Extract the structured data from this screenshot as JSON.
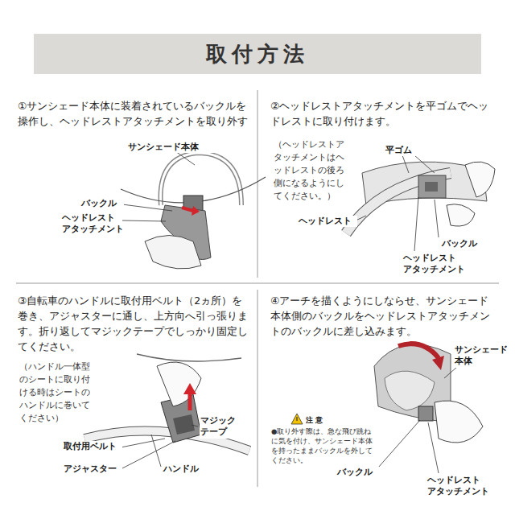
{
  "diagram": {
    "nodes": [
      {
        "text": [
          "取付方法"
        ]
      }
    ],
    "labels": [
      "①サンシェード本体に装着されているバックルを操作し、ヘッドレストアタッチメントを取り外す",
      "サンシェード本体",
      "バックル",
      "ヘッドレスト アタッチメント",
      "②ヘッドレストアタッチメントを平ゴムでヘッドレストに取り付けます。",
      "（ヘッドレストアタッチメントはヘッドレストの後ろ側になるようにしてください。）",
      "平ゴム",
      "ヘッドレスト",
      "バックル",
      "ヘッドレスト アタッチメント",
      "③自転車のハンドルに取付用ベルト（2ヵ所）を巻き、アジャスターに通し、上方向へ引っ張ります。折り返してマジックテープでしっかり固定してください。",
      "（ハンドル一体型のシートに取り付ける時はシートのハンドルに巻いてください）",
      "マジック テープ",
      "取付用ベルト",
      "アジャスター",
      "ハンドル",
      "④アーチを描くようにしならせ、サンシェード本体側のバックルをヘッドレストアタッチメントのバックルに差し込みます。",
      "サンシェード 本体",
      "注 意",
      "●取り外す際は、急な飛び跳ねに気を付け、サンシェード本体を持ったままバックルを外してください。",
      "バックル",
      "ヘッドレスト アタッチメント"
    ]
  }
}
